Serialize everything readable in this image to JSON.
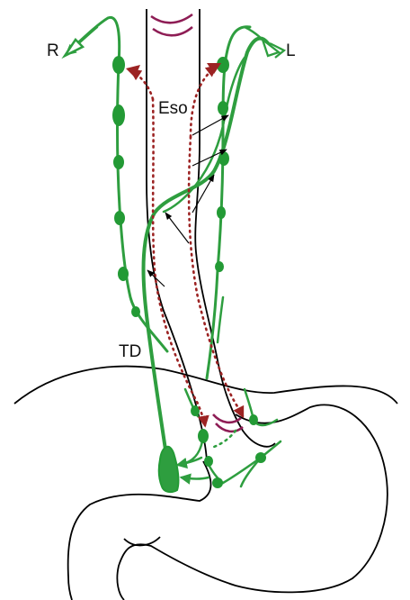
{
  "labels": {
    "right": "R",
    "left": "L",
    "esophagus": "Eso",
    "thoracic_duct": "TD"
  },
  "colors": {
    "lymph_green": "#2e9e3f",
    "lymph_node": "#239a35",
    "flow_red": "#9c2323",
    "outline": "#000000",
    "peristalsis_purple": "#8e1d55"
  }
}
